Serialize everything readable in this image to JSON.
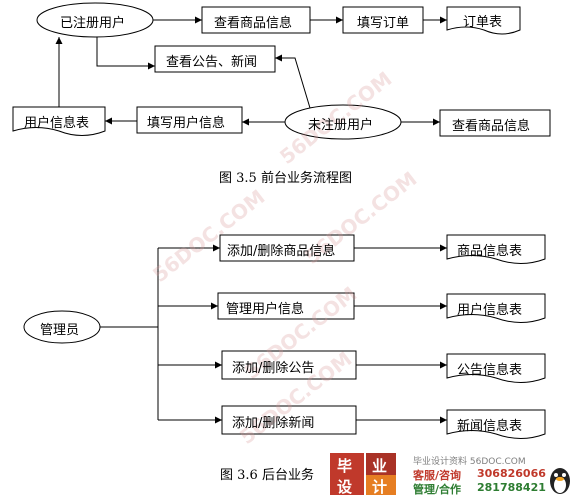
{
  "diagram_front": {
    "nodes": {
      "registered_user": "已注册用户",
      "view_products_1": "查看商品信息",
      "fill_order": "填写订单",
      "order_table": "订单表",
      "view_notices": "查看公告、新闻",
      "user_info_table": "用户信息表",
      "fill_user_info": "填写用户信息",
      "unregistered_user": "未注册用户",
      "view_products_2": "查看商品信息"
    },
    "caption": "图 3.5  前台业务流程图"
  },
  "diagram_back": {
    "nodes": {
      "admin": "管理员",
      "manage_products": "添加/删除商品信息",
      "product_table": "商品信息表",
      "manage_users": "管理用户信息",
      "user_table": "用户信息表",
      "manage_notices": "添加/删除公告",
      "notice_table": "公告信息表",
      "manage_news": "添加/删除新闻",
      "news_table": "新闻信息表"
    },
    "caption": "图 3.6  后台业务"
  },
  "watermarks": [
    "56DOC.COM",
    "56DOC.COM",
    "56DOC.COM",
    "56DOC.COM",
    "56DOC.COM"
  ],
  "footer": {
    "logo_chars": [
      "毕",
      "业",
      "设",
      "计"
    ],
    "site_line": "毕业设计资料 56DOC.COM",
    "contact_label": "客服/咨询",
    "contact_number": "306826066",
    "manage_label": "管理/合作",
    "manage_number": "281788421"
  }
}
